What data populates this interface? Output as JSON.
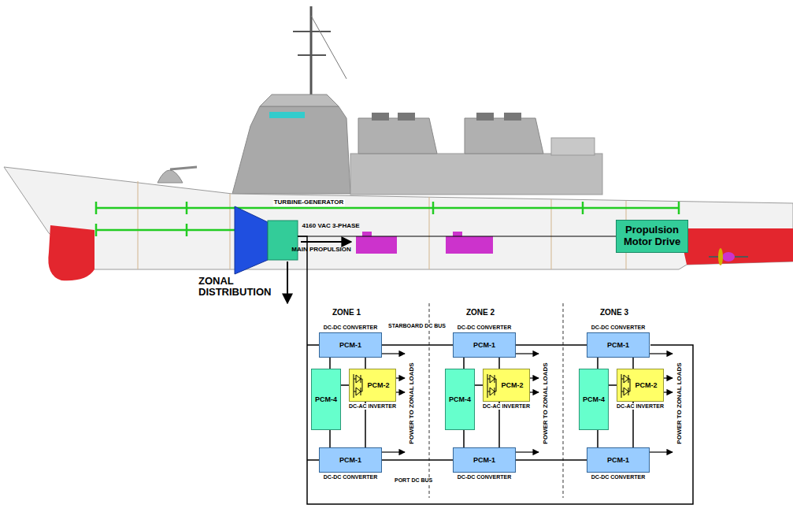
{
  "diagram": {
    "nodes": [
      {
        "text": [
          "Propulsion Motor Drive"
        ]
      },
      {
        "text": [
          "PCM-1",
          "DC-DC CONVERTER"
        ]
      },
      {
        "text": [
          "PCM-4"
        ]
      },
      {
        "text": [
          "PCM-2",
          "DC-AC INVERTER"
        ]
      },
      {
        "text": [
          "PCM-1",
          "DC-DC CONVERTER"
        ]
      },
      {
        "text": [
          "PCM-1",
          "DC-DC CONVERTER"
        ]
      },
      {
        "text": [
          "PCM-4"
        ]
      },
      {
        "text": [
          "PCM-2",
          "DC-AC INVERTER"
        ]
      },
      {
        "text": [
          "PCM-1",
          "DC-DC CONVERTER"
        ]
      },
      {
        "text": [
          "PCM-1",
          "DC-DC CONVERTER"
        ]
      },
      {
        "text": [
          "PCM-4"
        ]
      },
      {
        "text": [
          "PCM-2",
          "DC-AC INVERTER"
        ]
      },
      {
        "text": [
          "PCM-1",
          "DC-DC CONVERTER"
        ]
      }
    ],
    "edges": [
      {
        "from": 1,
        "to": 2,
        "arrow": "none"
      },
      {
        "from": 1,
        "to": 3,
        "arrow": "none"
      },
      {
        "from": 2,
        "to": 3,
        "arrow": "none"
      },
      {
        "from": 4,
        "to": 2,
        "arrow": "none"
      },
      {
        "from": 4,
        "to": 3,
        "arrow": "none"
      },
      {
        "from": 5,
        "to": 6,
        "arrow": "none"
      },
      {
        "from": 5,
        "to": 7,
        "arrow": "none"
      },
      {
        "from": 6,
        "to": 7,
        "arrow": "none"
      },
      {
        "from": 8,
        "to": 6,
        "arrow": "none"
      },
      {
        "from": 8,
        "to": 7,
        "arrow": "none"
      },
      {
        "from": 9,
        "to": 10,
        "arrow": "none"
      },
      {
        "from": 9,
        "to": 11,
        "arrow": "none"
      },
      {
        "from": 10,
        "to": 11,
        "arrow": "none"
      },
      {
        "from": 12,
        "to": 10,
        "arrow": "none"
      },
      {
        "from": 12,
        "to": 11,
        "arrow": "none"
      },
      {
        "from": 1,
        "to": 5,
        "arrow": "none"
      },
      {
        "from": 5,
        "to": 9,
        "arrow": "none"
      },
      {
        "from": 4,
        "to": 8,
        "arrow": "none"
      },
      {
        "from": 8,
        "to": 12,
        "arrow": "none"
      }
    ],
    "labels": [
      "TURBINE-GENERATOR",
      "4160 VAC 3-PHASE",
      "MAIN PROPULSION",
      "ZONAL DISTRIBUTION",
      "ZONE 1",
      "ZONE 2",
      "ZONE 3",
      "STARBOARD DC BUS",
      "POWER TO ZONAL LOADS",
      "POWER TO ZONAL LOADS",
      "POWER TO ZONAL LOADS",
      "PORT DC BUS"
    ]
  }
}
